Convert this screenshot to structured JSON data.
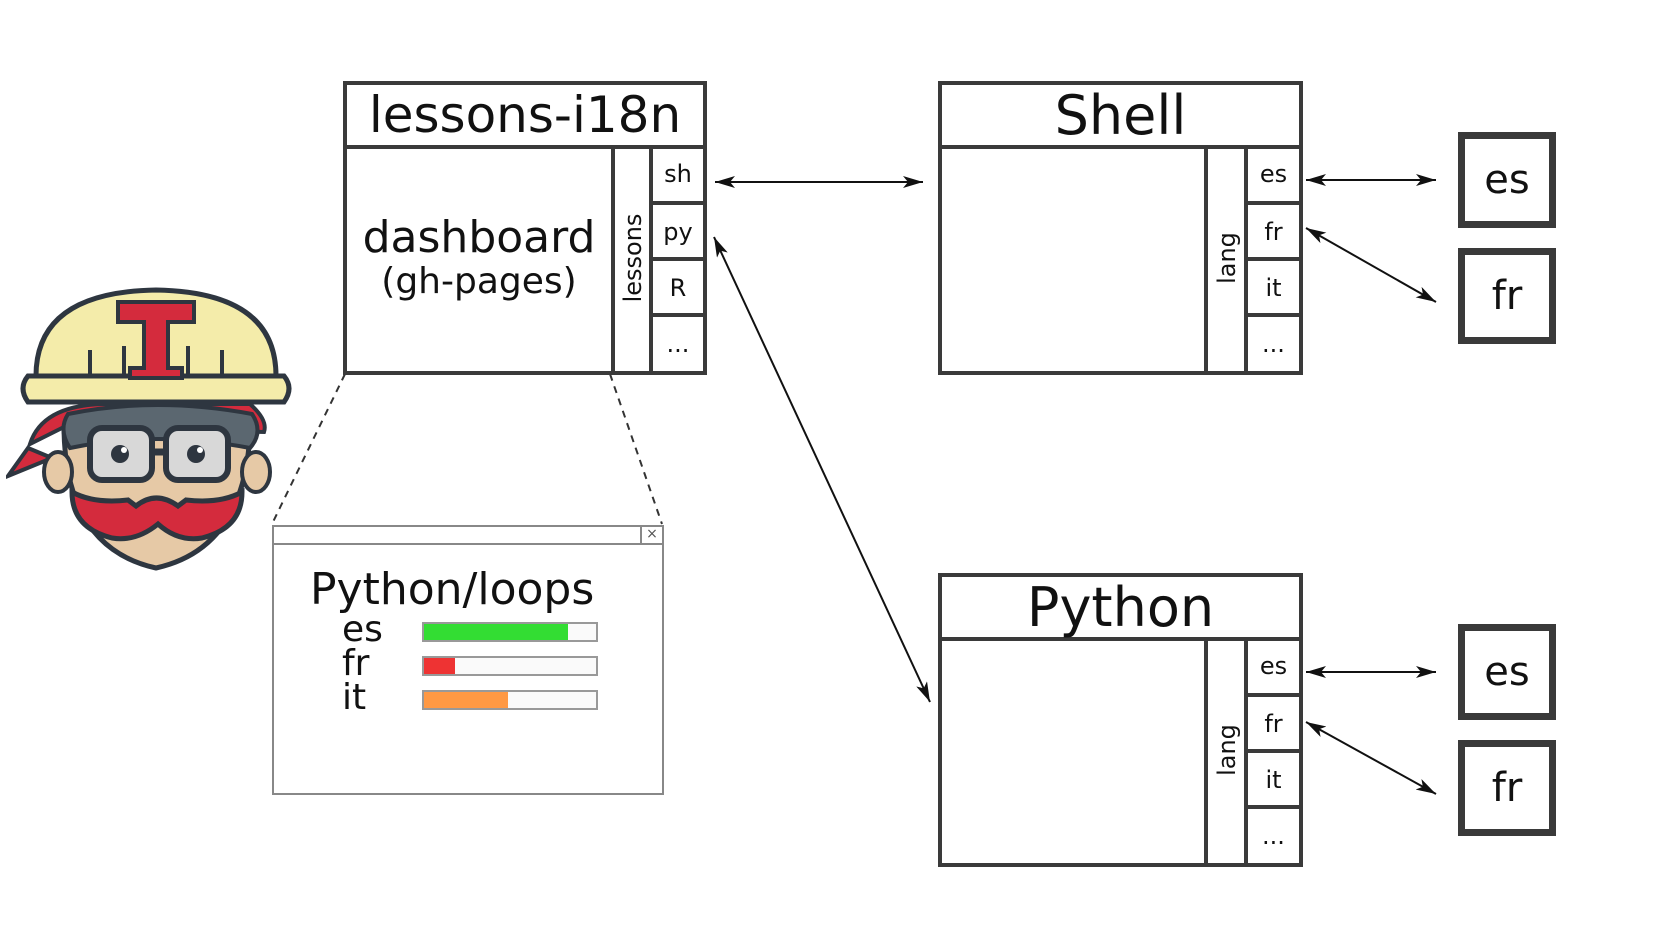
{
  "main_repo": {
    "title": "lessons-i18n",
    "body_line1": "dashboard",
    "body_line2": "(gh-pages)",
    "column_label": "lessons",
    "tabs": [
      "sh",
      "py",
      "R",
      "..."
    ]
  },
  "shell_repo": {
    "title": "Shell",
    "column_label": "lang",
    "tabs": [
      "es",
      "fr",
      "it",
      "..."
    ],
    "targets": [
      "es",
      "fr"
    ]
  },
  "python_repo": {
    "title": "Python",
    "column_label": "lang",
    "tabs": [
      "es",
      "fr",
      "it",
      "..."
    ],
    "targets": [
      "es",
      "fr"
    ]
  },
  "dashboard_window": {
    "title": "Python/loops",
    "close_glyph": "×",
    "progress": [
      {
        "label": "es",
        "fraction": 0.84,
        "color": "#33dd33"
      },
      {
        "label": "fr",
        "fraction": 0.18,
        "color": "#ee3333"
      },
      {
        "label": "it",
        "fraction": 0.49,
        "color": "#ff9944"
      }
    ]
  },
  "colors": {
    "border": "#3a3a3a",
    "mascot_helmet": "#f4ecaa",
    "mascot_red": "#d42b3d"
  },
  "icons": [
    "travis-mascot-icon",
    "close-icon"
  ]
}
